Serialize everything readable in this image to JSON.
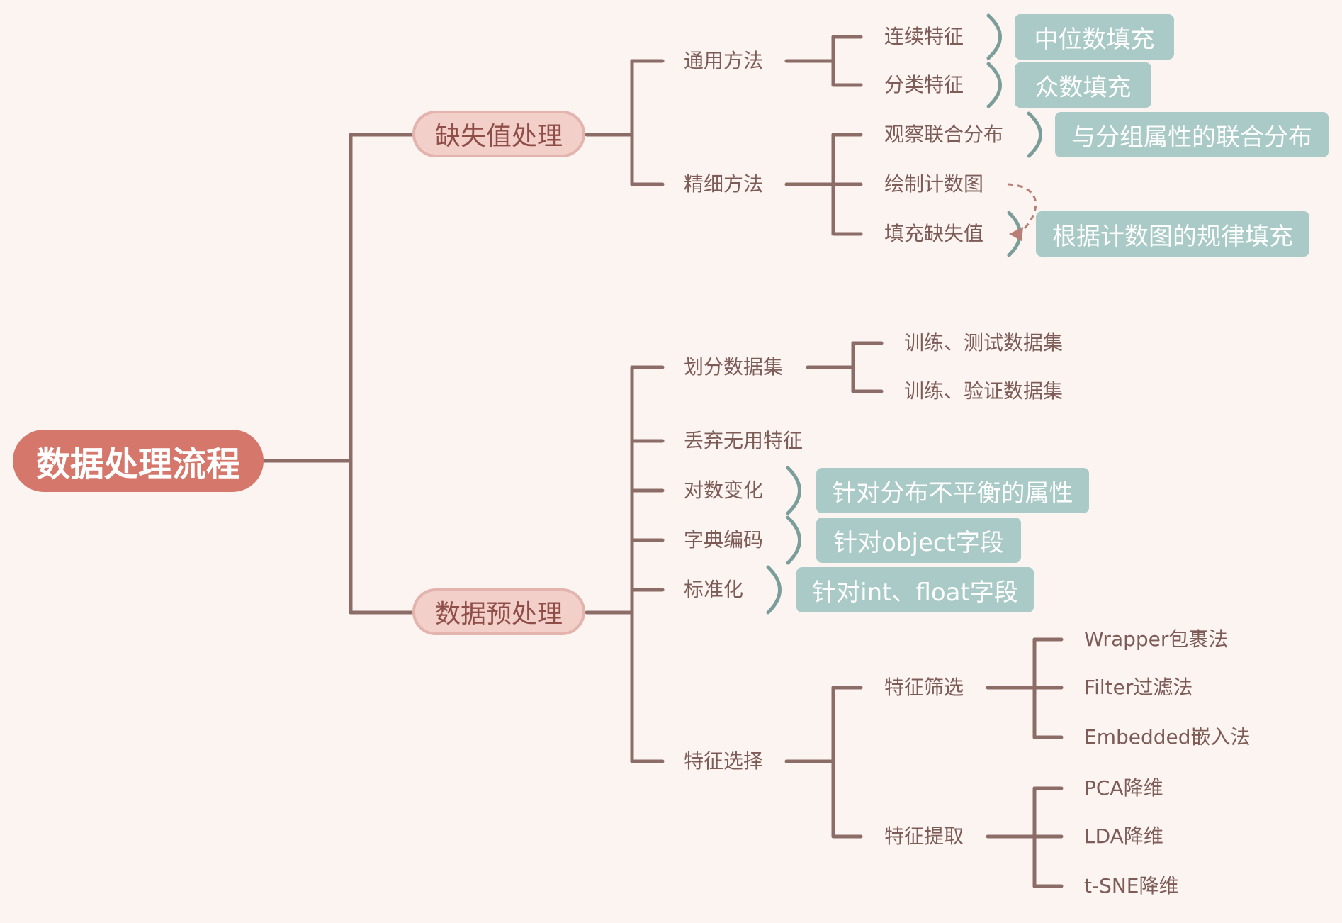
{
  "root": "数据处理流程",
  "missing": {
    "title": "缺失值处理",
    "general": {
      "title": "通用方法",
      "continuous": "连续特征",
      "continuous_note": "中位数填充",
      "categorical": "分类特征",
      "categorical_note": "众数填充"
    },
    "fine": {
      "title": "精细方法",
      "observe": "观察联合分布",
      "observe_note": "与分组属性的联合分布",
      "plot": "绘制计数图",
      "fill": "填充缺失值",
      "fill_note": "根据计数图的规律填充"
    }
  },
  "preprocess": {
    "title": "数据预处理",
    "split": {
      "title": "划分数据集",
      "items": [
        "训练、测试数据集",
        "训练、验证数据集"
      ]
    },
    "drop": "丢弃无用特征",
    "log": {
      "title": "对数变化",
      "note": "针对分布不平衡的属性"
    },
    "dict": {
      "title": "字典编码",
      "note": "针对object字段"
    },
    "std": {
      "title": "标准化",
      "note": "针对int、float字段"
    },
    "select": {
      "title": "特征选择",
      "filter": {
        "title": "特征筛选",
        "items": [
          "Wrapper包裹法",
          "Filter过滤法",
          "Embedded嵌入法"
        ]
      },
      "extract": {
        "title": "特征提取",
        "items": [
          "PCA降维",
          "LDA降维",
          "t-SNE降维"
        ]
      }
    }
  },
  "colors": {
    "background": "#fcf4f1",
    "line": "#8c6c67",
    "root": "#d5776b",
    "main_fill": "#f3cfca",
    "main_border": "#e3b4ae",
    "note_box": "#a9cac6",
    "bracket": "#7c9e9b",
    "dashed_arrow": "#b87f77"
  }
}
